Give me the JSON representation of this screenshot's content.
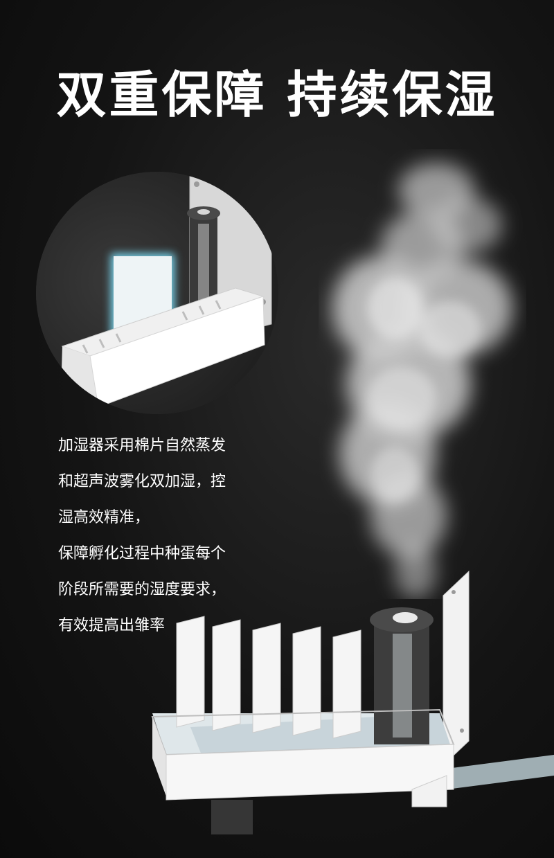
{
  "headline": "双重保障  持续保湿",
  "description": {
    "lines": [
      "加湿器采用棉片自然蒸发",
      "和超声波雾化双加湿，控",
      "湿高效精准，",
      "保障孵化过程中种蛋每个",
      "阶段所需要的湿度要求，",
      "有效提高出雏率"
    ]
  },
  "colors": {
    "background": "#141414",
    "text": "#ffffff",
    "steam": "#dcdcdc",
    "tray": "#f2f2f2",
    "filter_glow": "#7fe4ff"
  },
  "icons": [
    "steam-cloud-icon",
    "humidifier-tray-icon",
    "cotton-filter-pad-icon",
    "ultrasonic-atomizer-icon"
  ]
}
